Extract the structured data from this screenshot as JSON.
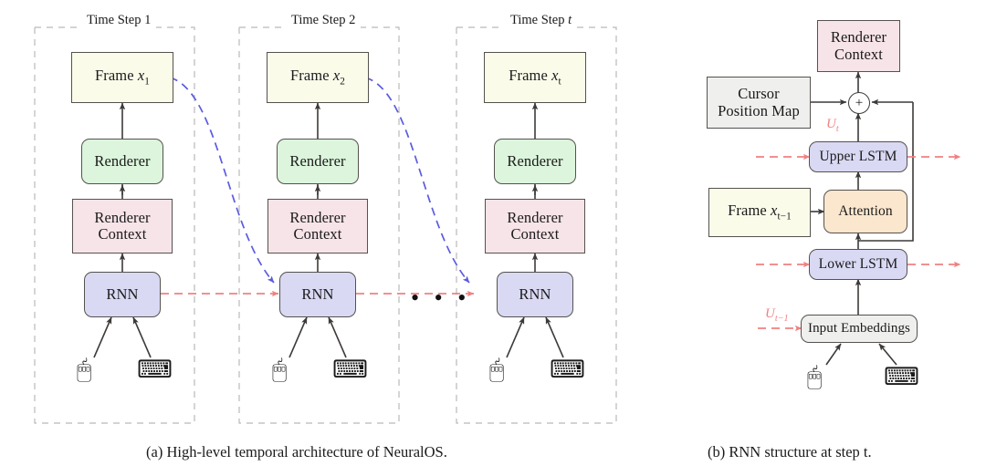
{
  "figure": {
    "panel_a": {
      "caption": "(a) High-level temporal architecture of NeuralOS.",
      "steps": [
        {
          "title": "Time Step 1",
          "frame_label": "Frame",
          "frame_sub": "1",
          "renderer": "Renderer",
          "renderer_context_line1": "Renderer",
          "renderer_context_line2": "Context",
          "rnn": "RNN",
          "inputs": [
            "mouse-cursor-icon",
            "keyboard-icon"
          ]
        },
        {
          "title": "Time Step 2",
          "frame_label": "Frame",
          "frame_sub": "2",
          "renderer": "Renderer",
          "renderer_context_line1": "Renderer",
          "renderer_context_line2": "Context",
          "rnn": "RNN",
          "inputs": [
            "mouse-cursor-icon",
            "keyboard-icon"
          ]
        },
        {
          "title": "Time Step t",
          "frame_label": "Frame",
          "frame_sub": "t",
          "renderer": "Renderer",
          "renderer_context_line1": "Renderer",
          "renderer_context_line2": "Context",
          "rnn": "RNN",
          "inputs": [
            "mouse-cursor-icon",
            "keyboard-icon"
          ]
        }
      ],
      "ellipsis": "• • •"
    },
    "panel_b": {
      "caption": "(b) RNN structure at step t.",
      "nodes": {
        "renderer_context_line1": "Renderer",
        "renderer_context_line2": "Context",
        "cursor_map_line1": "Cursor",
        "cursor_map_line2": "Position Map",
        "upper_lstm": "Upper LSTM",
        "attention": "Attention",
        "frame_label": "Frame",
        "frame_sub": "t−1",
        "lower_lstm": "Lower LSTM",
        "input_embeddings": "Input Embeddings",
        "sum_symbol": "+"
      },
      "labels": {
        "u_t": "U",
        "u_t_sub": "t",
        "u_t_prev": "U",
        "u_t_prev_sub": "t−1"
      },
      "inputs": [
        "mouse-cursor-icon",
        "keyboard-icon"
      ]
    },
    "colors": {
      "frame": "#fbfbea",
      "renderer": "#dcf5dc",
      "renderer_context": "#f7e4e8",
      "rnn": "#d9d9f4",
      "attention": "#fbe7ce",
      "cursor_map": "#efefee",
      "recurrent_arrow": "#f08080",
      "frame_feedback_arrow": "#5b5be0",
      "stroke": "#55524f"
    }
  }
}
